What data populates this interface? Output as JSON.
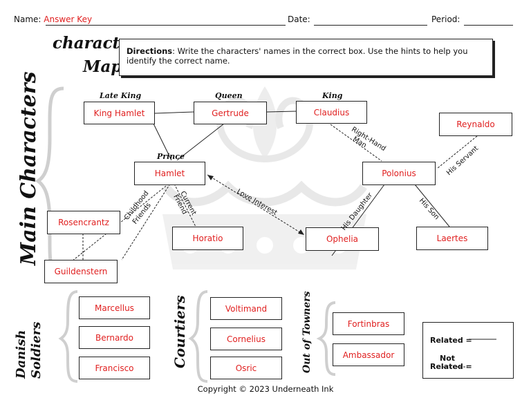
{
  "header": {
    "name_label": "Name:",
    "name_value": "Answer Key",
    "date_label": "Date:",
    "period_label": "Period:"
  },
  "title": {
    "line1": "character",
    "line2": "Map"
  },
  "directions": {
    "bold": "Directions",
    "text": ": Write the characters' names in the correct box.  Use the hints to help you identify the correct name."
  },
  "sections": {
    "main": "Main Characters",
    "danish": "Danish Soldiers",
    "courtiers": "Courtiers",
    "out": "Out of Towners"
  },
  "tags": {
    "late_king": "Late King",
    "queen": "Queen",
    "king": "King",
    "prince": "Prince"
  },
  "characters": {
    "king_hamlet": "King Hamlet",
    "gertrude": "Gertrude",
    "claudius": "Claudius",
    "reynaldo": "Reynaldo",
    "hamlet": "Hamlet",
    "polonius": "Polonius",
    "rosencrantz": "Rosencrantz",
    "horatio": "Horatio",
    "ophelia": "Ophelia",
    "laertes": "Laertes",
    "guildenstern": "Guildenstern",
    "marcellus": "Marcellus",
    "bernardo": "Bernardo",
    "francisco": "Francisco",
    "voltimand": "Voltimand",
    "cornelius": "Cornelius",
    "osric": "Osric",
    "fortinbras": "Fortinbras",
    "ambassador": "Ambassador"
  },
  "relations": {
    "right_hand_1": "Right-Hand",
    "right_hand_2": "Man",
    "his_servant": "His Servant",
    "childhood_1": "Childhood",
    "childhood_2": "Friends",
    "current_1": "Current",
    "current_2": "Friend",
    "love": "Love Interest",
    "daughter": "His Daughter",
    "son": "His Son"
  },
  "legend": {
    "related": "Related =",
    "not": "Not",
    "not_related": "Related ="
  },
  "footer": "Copyright © 2023 Underneath Ink"
}
